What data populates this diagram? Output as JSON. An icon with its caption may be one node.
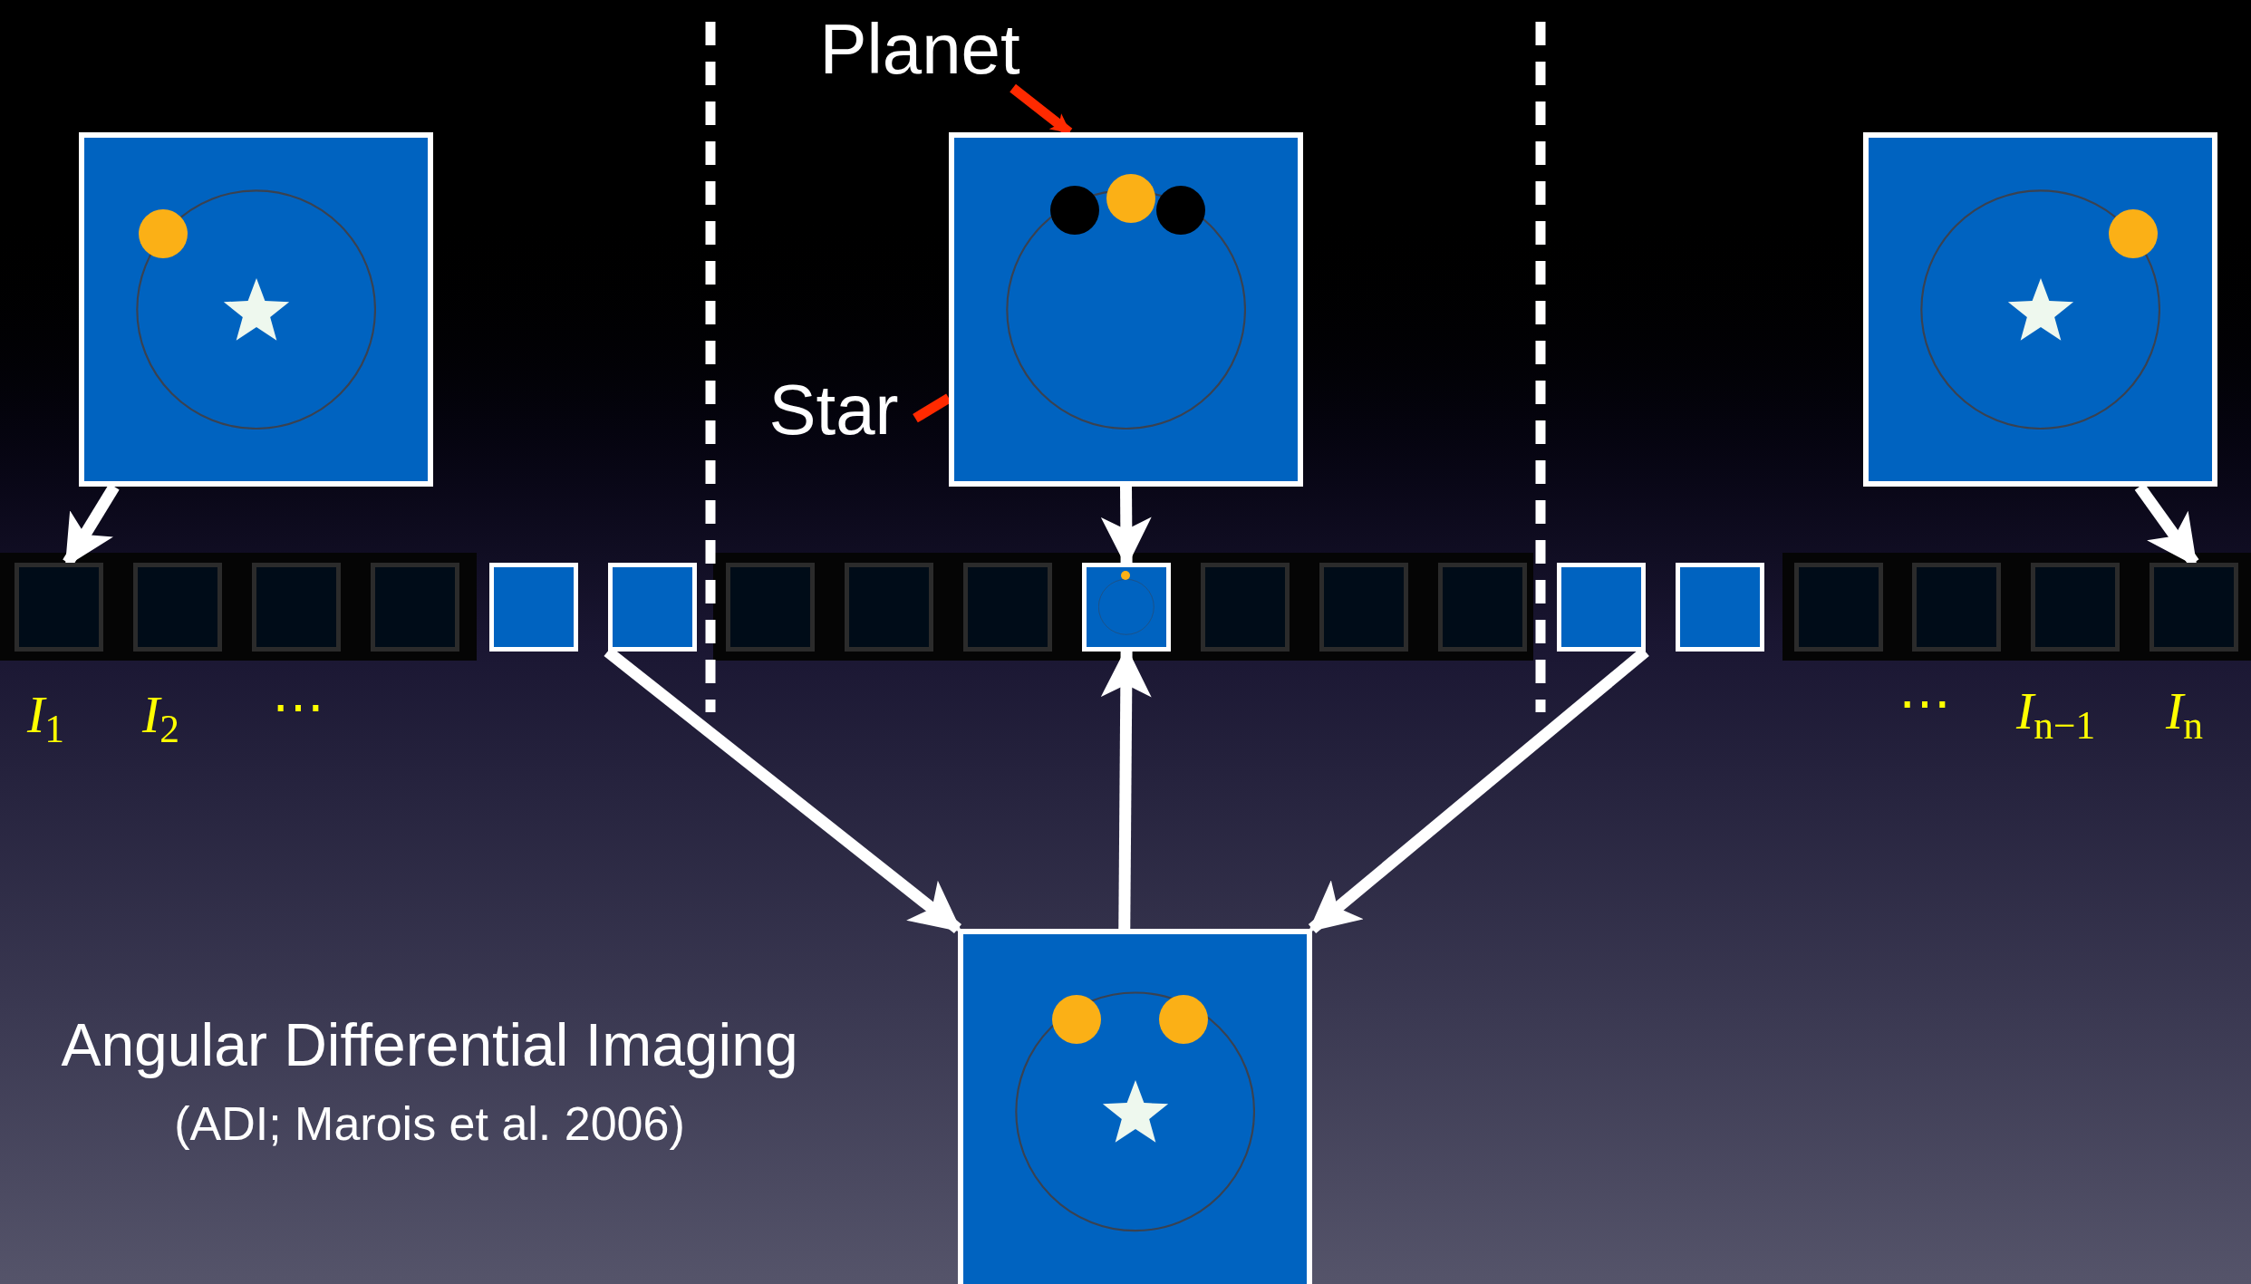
{
  "diagram": {
    "title": "Angular Differential Imaging",
    "caption": "(ADI; Marois et al. 2006)",
    "nodes": [
      {
        "text": [
          "Planet"
        ]
      },
      {
        "text": [
          "Star"
        ]
      },
      {
        "text": [],
        "shape": "box"
      },
      {
        "text": [],
        "shape": "box"
      },
      {
        "text": [],
        "shape": "circle",
        "in": 3
      },
      {
        "text": [],
        "shape": "box"
      },
      {
        "text": [],
        "shape": "box"
      },
      {
        "text": [],
        "shape": "box"
      },
      {
        "text": [],
        "shape": "box"
      },
      {
        "text": [],
        "shape": "box"
      },
      {
        "text": [],
        "shape": "box"
      },
      {
        "text": [],
        "shape": "box"
      },
      {
        "text": [],
        "shape": "box"
      },
      {
        "text": [],
        "shape": "box"
      },
      {
        "text": [],
        "shape": "box"
      },
      {
        "text": [],
        "shape": "box"
      },
      {
        "text": [],
        "shape": "box"
      },
      {
        "text": [],
        "shape": "box"
      },
      {
        "text": [],
        "shape": "box"
      },
      {
        "text": [],
        "shape": "box"
      },
      {
        "text": [],
        "shape": "box"
      },
      {
        "text": [],
        "shape": "box"
      },
      {
        "text": [],
        "shape": "box"
      },
      {
        "text": [],
        "shape": "box"
      },
      {
        "text": [],
        "shape": "box"
      },
      {
        "text": [],
        "shape": "box"
      }
    ],
    "edges": [
      {
        "from": 2,
        "to": 6,
        "arrow": "to"
      },
      {
        "from": 3,
        "to": 15,
        "arrow": "to"
      },
      {
        "from": 5,
        "to": 24,
        "arrow": "to"
      },
      {
        "from": 11,
        "to": 25,
        "arrow": "to"
      },
      {
        "from": 19,
        "to": 25,
        "arrow": "to"
      },
      {
        "from": 25,
        "to": 15,
        "arrow": "to"
      },
      {
        "from": 0,
        "to": 3,
        "arrow": "to",
        "color": "#ff2a00"
      },
      {
        "from": 1,
        "to": 3,
        "arrow": "none",
        "color": "#ff2a00"
      }
    ],
    "labels": [
      "*I*$_{1}$",
      "*I*$_{2}$",
      "⋯",
      "⋯",
      "*I*$_{n−1}$",
      "*I*$_{n}$"
    ]
  }
}
